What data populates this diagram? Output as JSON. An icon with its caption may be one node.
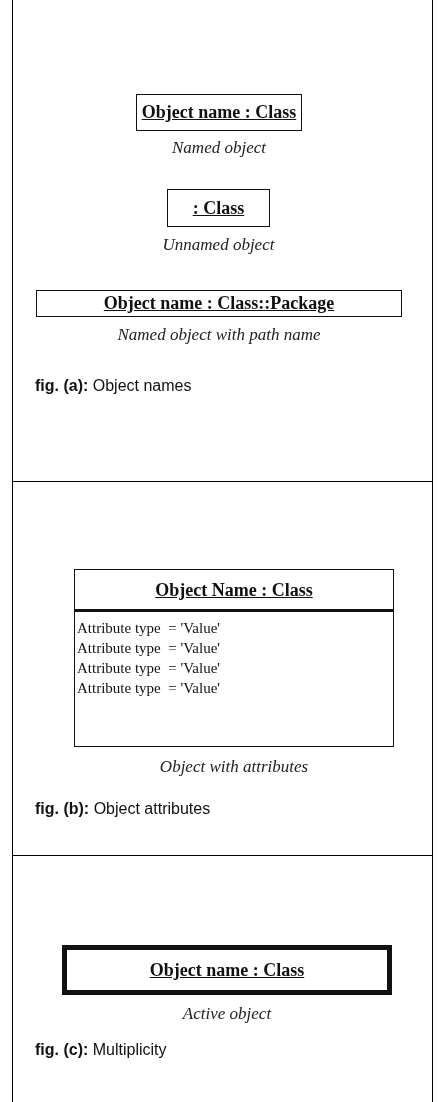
{
  "diagram": {
    "nodes": [
      {
        "text": [
          "**fig. (a):** Object names"
        ]
      },
      {
        "text": [
          "Object name : Class"
        ],
        "beside": [
          "Named object"
        ],
        "in": 0
      },
      {
        "text": [
          ": Class"
        ],
        "beside": [
          "Unnamed object"
        ],
        "in": 0
      },
      {
        "text": [
          "Object name : Class::Package"
        ],
        "beside": [
          "Named object with path name"
        ],
        "in": 0
      },
      {
        "text": [
          "**fig. (b):** Object attributes"
        ]
      },
      {
        "text": [
          "Object Name : Class",
          "Attribute type  = 'Value'",
          "Attribute type  = 'Value'",
          "Attribute type  = 'Value'",
          "Attribute type  = 'Value'"
        ],
        "beside": [
          "Object with attributes"
        ],
        "in": 4
      },
      {
        "text": [
          "**fig. (c):** Multiplicity"
        ]
      },
      {
        "text": [
          "Object name : Class"
        ],
        "beside": [
          "Active object"
        ],
        "in": 6
      }
    ]
  }
}
